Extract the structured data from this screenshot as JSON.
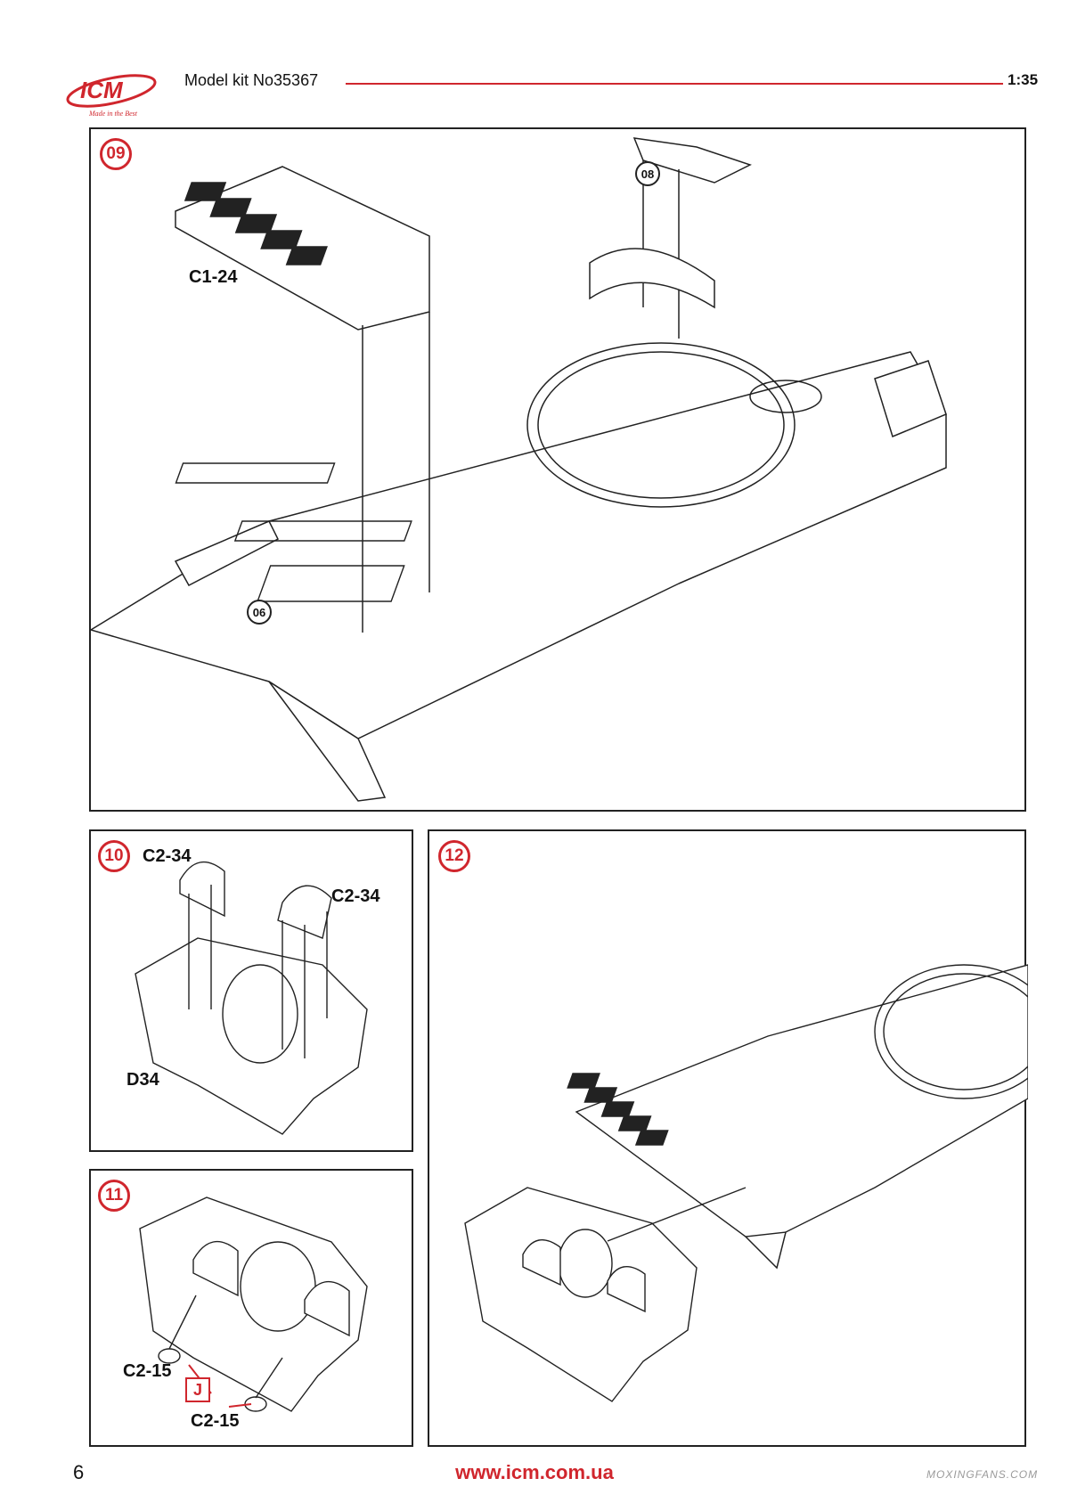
{
  "header": {
    "brand": "ICM",
    "tagline": "Made in the Best",
    "title": "Model kit No35367",
    "scale": "1:35"
  },
  "steps": {
    "s09": {
      "number": "09",
      "parts": {
        "screen": "C1-24"
      },
      "refs": {
        "a": "08",
        "b": "06"
      }
    },
    "s10": {
      "number": "10",
      "parts": {
        "left": "C2-34",
        "right": "C2-34",
        "plate": "D34"
      }
    },
    "s11": {
      "number": "11",
      "parts": {
        "top": "C2-15",
        "bottom": "C2-15"
      },
      "marker": "J"
    },
    "s12": {
      "number": "12"
    }
  },
  "footer": {
    "page": "6",
    "website": "www.icm.com.ua",
    "watermark": "MOXINGFANS.COM"
  },
  "colors": {
    "accent": "#d0262d",
    "line": "#222222"
  }
}
